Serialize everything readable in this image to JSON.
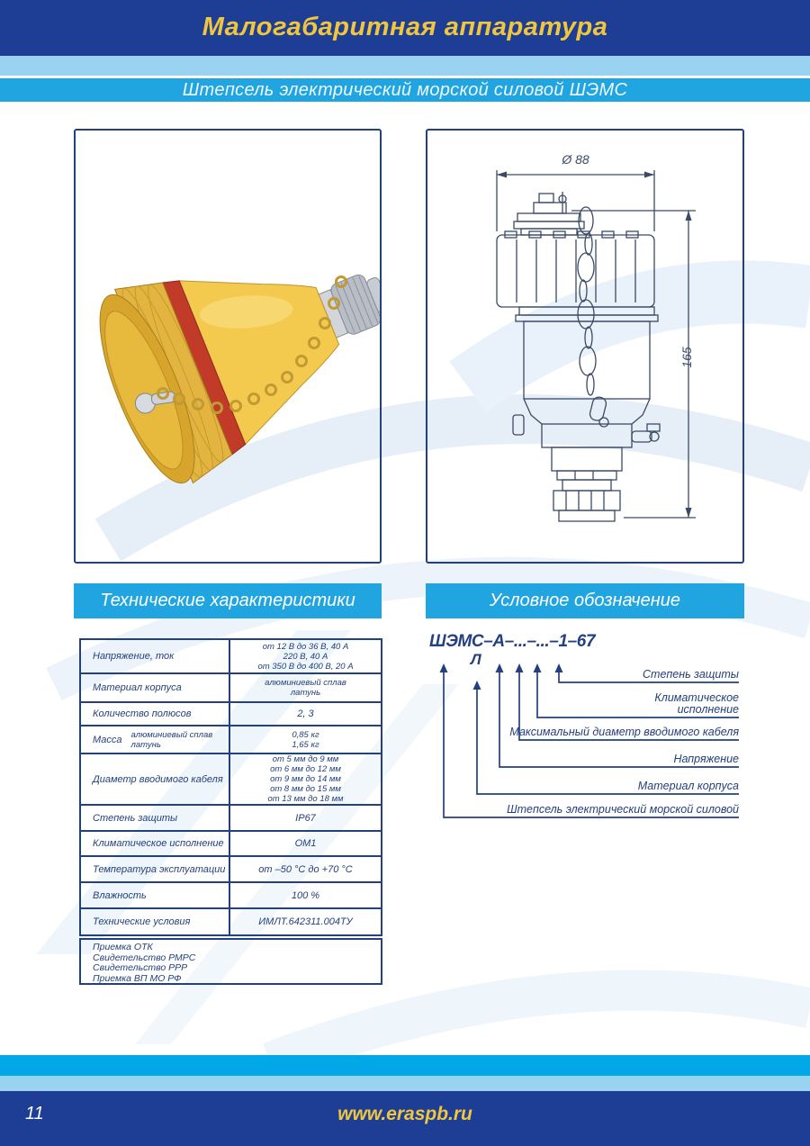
{
  "header": {
    "title": "Малогабаритная аппаратура",
    "subtitle": "Штепсель электрический морской силовой ШЭМС"
  },
  "sections": {
    "tech_title": "Технические характеристики",
    "designation_title": "Условное обозначение"
  },
  "drawing": {
    "dim_diameter": "Ø 88",
    "dim_height": "165"
  },
  "table": {
    "rows": [
      {
        "label": "Напряжение, ток",
        "values": [
          "от 12 В до 36 В, 40 А",
          "220 В, 40 А",
          "от 350 В до 400 В, 20 А"
        ]
      },
      {
        "label": "Материал корпуса",
        "values": [
          "алюминиевый сплав",
          "латунь"
        ]
      },
      {
        "label": "Количество полюсов",
        "values": [
          "2, 3"
        ]
      },
      {
        "label": "Масса",
        "sublabels": [
          "алюминиевый сплав",
          "латунь"
        ],
        "values": [
          "0,85 кг",
          "1,65 кг"
        ]
      },
      {
        "label": "Диаметр вводимого кабеля",
        "values": [
          "от 5 мм до 9 мм",
          "от 6 мм до 12 мм",
          "от 9 мм до 14 мм",
          "от 8 мм до 15 мм",
          "от 13 мм до 18 мм"
        ]
      },
      {
        "label": "Степень защиты",
        "values": [
          "IP67"
        ]
      },
      {
        "label": "Климатическое исполнение",
        "values": [
          "ОМ1"
        ]
      },
      {
        "label": "Температура эксплуатации",
        "values": [
          "от –50 °С до +70 °С"
        ]
      },
      {
        "label": "Влажность",
        "values": [
          "100 %"
        ]
      },
      {
        "label": "Технические условия",
        "values": [
          "ИМЛТ.642311.004ТУ"
        ]
      }
    ]
  },
  "approvals": [
    "Приемка ОТК",
    "Свидетельство РМРС",
    "Свидетельство РРР",
    "Приемка ВП МО РФ"
  ],
  "designation": {
    "code": "ШЭМС–А–...–...–1–67",
    "code_alt": "Л",
    "labels": [
      "Степень защиты",
      "Климатическое исполнение",
      "Максимальный диаметр вводимого кабеля",
      "Напряжение",
      "Материал корпуса",
      "Штепсель электрический морской силовой"
    ]
  },
  "footer": {
    "page_number": "11",
    "website": "www.eraspb.ru"
  },
  "colors": {
    "navy": "#1e3e95",
    "bright_blue": "#21a5e0",
    "light_blue": "#9ad2f2",
    "accent_yellow": "#f0c63e",
    "table_ink": "#23407f",
    "product_yellow": "#f4ca4e",
    "product_red_ring": "#c23a28"
  }
}
